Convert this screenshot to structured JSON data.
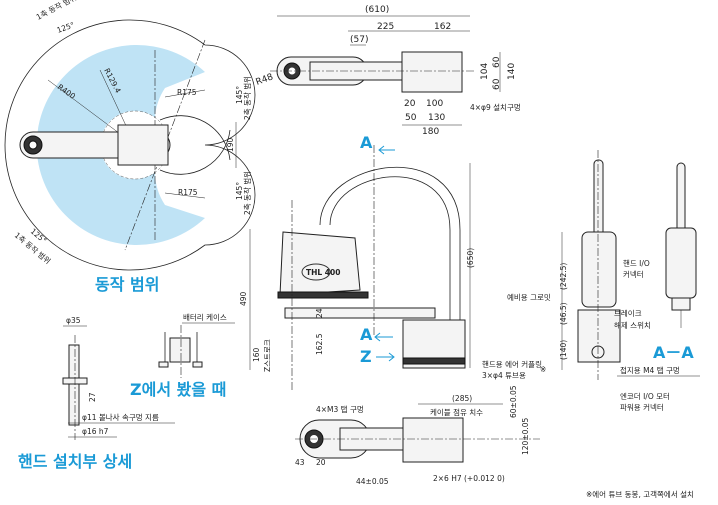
{
  "work_range": {
    "title": "동작 범위",
    "axis1_label": "1축 동작 범위",
    "axis1_angle": "125°",
    "axis2_label": "2축 동작 범위",
    "axis2_angle": "145°",
    "r400": "R400",
    "r129": "R129.4",
    "r175": "R175",
    "d190": "190",
    "fill_color": "#bfe3f5"
  },
  "top_view": {
    "d610": "(610)",
    "d225": "225",
    "d162": "162",
    "d57": "(57)",
    "r48": "R48",
    "d104": "104",
    "d60a": "60",
    "d60b": "60",
    "d140": "140",
    "d20": "20",
    "d100": "100",
    "d50": "50",
    "d130": "130",
    "d180": "180",
    "mount_holes": "4×φ9 설치구멍"
  },
  "side_view": {
    "section_a": "A",
    "view_z": "Z",
    "d490": "490",
    "d160": "160",
    "z_stroke": "Z스트로크",
    "d1625": "162.5",
    "d24": "24",
    "d650": "(650)",
    "logo": "THL 400",
    "air_coupling_1": "핸드용 에어 커플링",
    "air_coupling_2": "3×φ4 튜브용",
    "note_mark": "※"
  },
  "rear_view": {
    "d2425": "(242.5)",
    "d465": "(46.5)",
    "d140": "(140)",
    "grommet": "예비용 그로밋",
    "brake_1": "브레이크",
    "brake_2": "해제 스위치",
    "hand_io_1": "핸드 I/O",
    "hand_io_2": "커넥터",
    "section_title": "A－A",
    "ground": "접지용 M4 탭 구멍",
    "encoder_1": "엔코더 I/O 모터",
    "encoder_2": "파워용 커넥터"
  },
  "hand_detail": {
    "title": "핸드 설치부 상세",
    "d35": "φ35",
    "d27": "27",
    "ballscrew": "φ11 볼나사 속구멍 지름",
    "shaft": "φ16 h7"
  },
  "z_view": {
    "title": "Z에서 봤을 때",
    "battery": "배터리 케이스"
  },
  "bottom_view": {
    "tap": "4×M3 탭 구멍",
    "d285": "(285)",
    "cable": "케이블 점유 치수",
    "d60": "60±0.05",
    "d120": "120±0.05",
    "d43": "43",
    "d20": "20",
    "d44": "44±0.05",
    "pin": "2×6 H7 (+0.012 0)"
  },
  "footnote": "※에어 튜브 동봉, 고객쪽에서 설치"
}
